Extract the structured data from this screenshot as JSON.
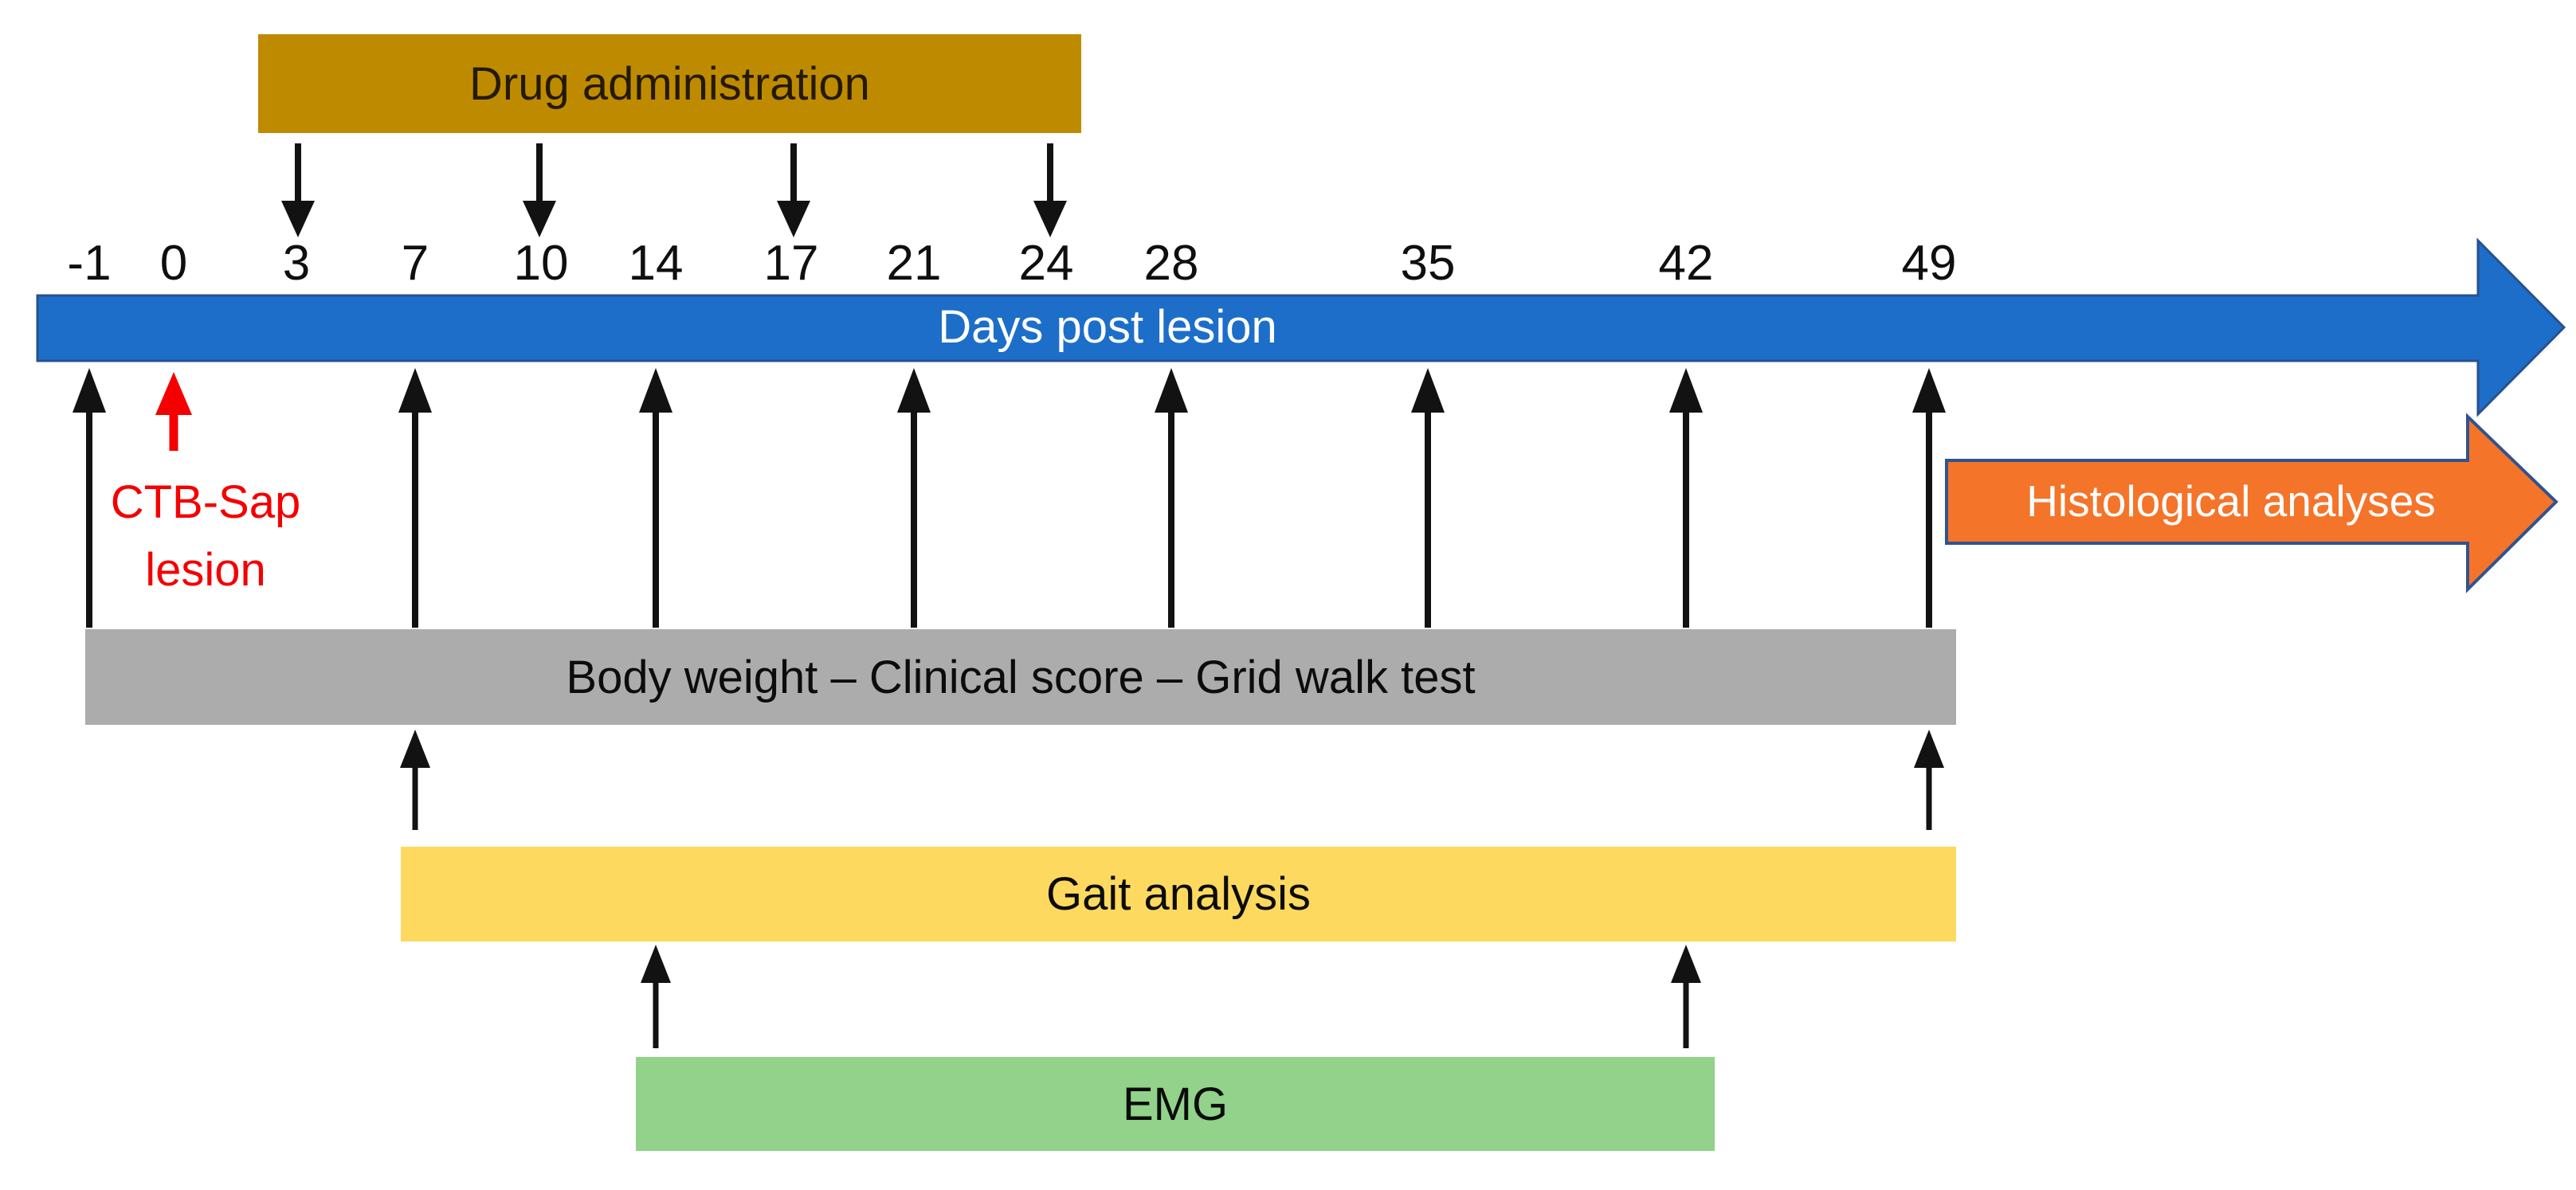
{
  "timeline": {
    "bar_label": "Days post lesion",
    "bar_color": "#1D6EC8",
    "bar_outline": "#27518E",
    "day_labels": [
      "-1",
      "0",
      "3",
      "7",
      "10",
      "14",
      "17",
      "21",
      "24",
      "28",
      "35",
      "42",
      "49"
    ],
    "assessment_arrow_days": [
      "-1",
      "7",
      "14",
      "21",
      "28",
      "35",
      "42",
      "49"
    ]
  },
  "drug_admin": {
    "label": "Drug administration",
    "box_color": "#BE8B00",
    "arrow_days": [
      "3",
      "10",
      "17",
      "24"
    ]
  },
  "lesion": {
    "line1": "CTB-Sap",
    "line2": "lesion",
    "color": "#F40000",
    "day": "0"
  },
  "histology": {
    "label": "Histological analyses",
    "fill": "#F4742A",
    "outline": "#31538F"
  },
  "body_weight_bar": {
    "label": "Body weight – Clinical score – Grid walk test",
    "color": "#ACACAC",
    "arrow_days": [
      "-1",
      "7",
      "14",
      "21",
      "28",
      "35",
      "42",
      "49"
    ]
  },
  "gait_bar": {
    "label": "Gait analysis",
    "color": "#FED95F",
    "arrow_days": [
      "7",
      "49"
    ]
  },
  "emg_bar": {
    "label": "EMG",
    "color": "#92D28A",
    "arrow_days": [
      "14",
      "42"
    ]
  }
}
